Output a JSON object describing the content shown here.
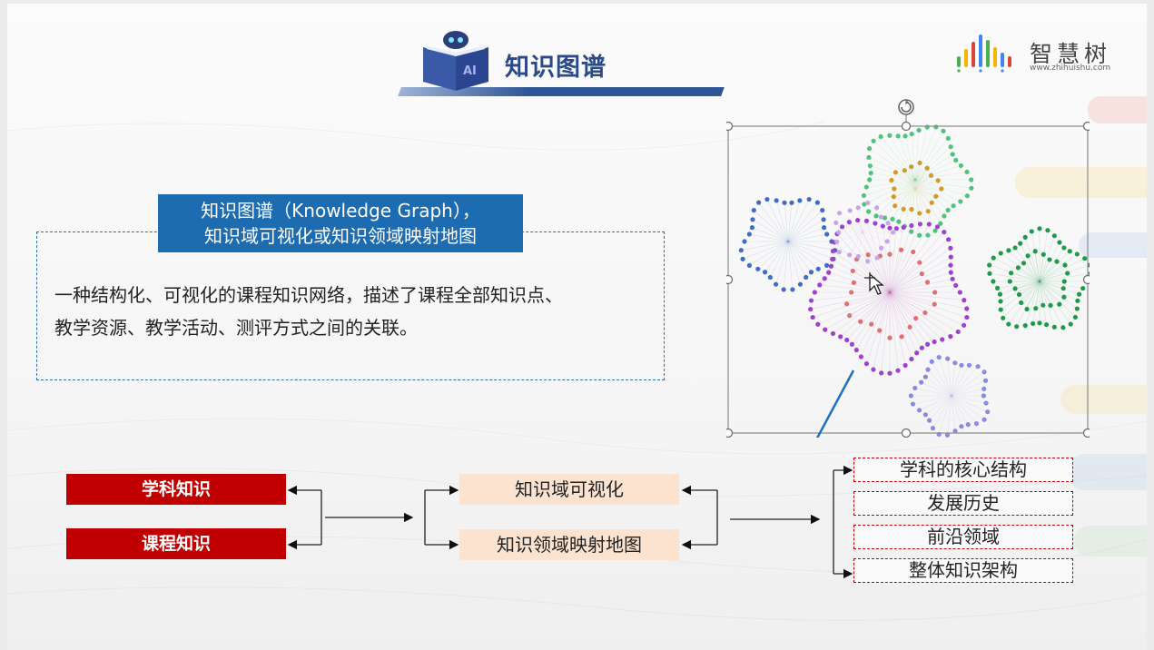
{
  "slide": {
    "title": "知识图谱",
    "icon_text": "AI",
    "brand": {
      "name": "智慧树",
      "url": "www.zhihuishu.com"
    }
  },
  "definition": {
    "banner_line1": "知识图谱（Knowledge Graph），",
    "banner_line2": "知识域可视化或知识领域映射地图",
    "text_line1": "一种结构化、可视化的课程知识网络，描述了课程全部知识点、",
    "text_line2": "教学资源、教学活动、测评方式之间的关联。"
  },
  "flow": {
    "sources": [
      "学科知识",
      "课程知识"
    ],
    "middle": [
      "知识域可视化",
      "知识领域映射地图"
    ],
    "outcomes": [
      "学科的核心结构",
      "发展历史",
      "前沿领域",
      "整体知识架构"
    ]
  },
  "colors": {
    "title": "#2b4a86",
    "banner": "#1d6bb0",
    "source_box": "#c00000",
    "middle_box": "#fbe3d0",
    "outcome_border": "#c00000"
  },
  "icons": [
    "book-robot-icon",
    "brand-bars-icon",
    "rotate-handle-icon",
    "move-cursor-icon"
  ]
}
